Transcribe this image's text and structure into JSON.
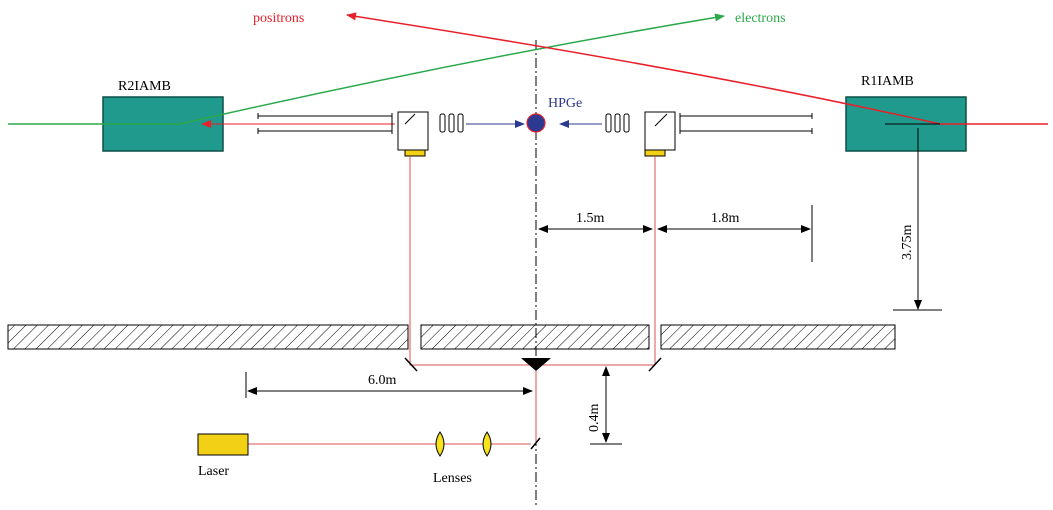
{
  "labels": {
    "positrons": "positrons",
    "electrons": "electrons",
    "left_magnet": "R2IAMB",
    "right_magnet": "R1IAMB",
    "detector": "HPGe",
    "laser": "Laser",
    "lenses": "Lenses"
  },
  "dimensions": {
    "d_1_5": "1.5m",
    "d_1_8": "1.8m",
    "d_3_75": "3.75m",
    "d_6_0": "6.0m",
    "d_0_4": "0.4m"
  },
  "colors": {
    "positron_beam": "#e8202a",
    "electron_beam": "#2aa84a",
    "magnet_fill": "#1f9a8c",
    "magnet_stroke": "#0d4f48",
    "laser_path": "#d9534f",
    "photon_arrow": "#2b3990",
    "detector_fill": "#2b3990",
    "laser_box": "#f2d015",
    "lens": "#f7e31c"
  }
}
